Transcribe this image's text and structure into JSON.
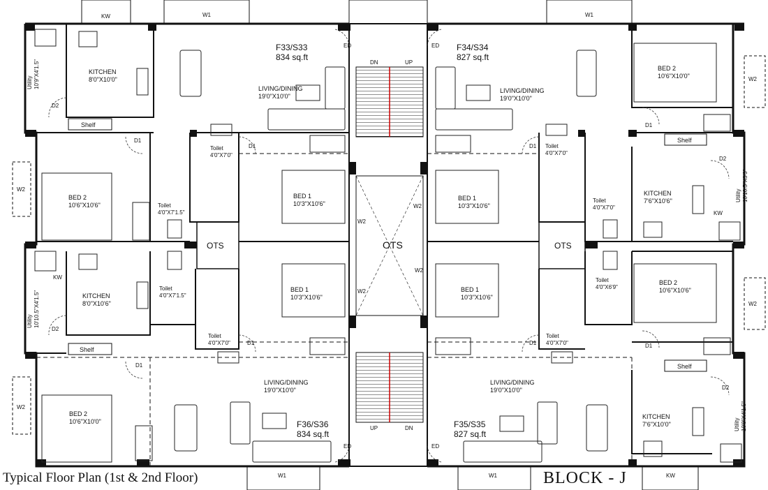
{
  "footer": {
    "title": "Typical Floor Plan (1st & 2nd Floor)",
    "block": "BLOCK - J"
  },
  "flats": {
    "f33": {
      "name": "F33/S33",
      "area": "834 sq.ft"
    },
    "f34": {
      "name": "F34/S34",
      "area": "827 sq.ft"
    },
    "f35": {
      "name": "F35/S35",
      "area": "827 sq.ft"
    },
    "f36": {
      "name": "F36/S36",
      "area": "834 sq.ft"
    }
  },
  "rooms": {
    "living": "LIVING/DINING",
    "living_dim": "19'0\"X10'0\"",
    "kitchen": "KITCHEN",
    "kitchen_tl": "8'0\"X10'0\"",
    "kitchen_ml": "8'0\"X10'6\"",
    "kitchen_mr": "7'6\"X10'6\"",
    "kitchen_br": "7'6\"X10'0\"",
    "bed1": "BED 1",
    "bed1_dim": "10'3\"X10'6\"",
    "bed2": "BED 2",
    "bed2_dim_a": "10'6\"X10'0\"",
    "bed2_dim_b": "10'6\"X10'6\"",
    "toilet": "Toilet",
    "toilet_a": "4'0\"X7'0\"",
    "toilet_b": "4'0\"X7'1.5\"",
    "toilet_c": "4'0\"X6'9\"",
    "utility": "Utility",
    "utility_a": "10'9\"X4'1.5\"",
    "utility_b": "10'10.5\"X4'1.5\"",
    "utility_c": "10'10.5\"X3'3\"",
    "shelf": "Shelf",
    "ots": "OTS"
  },
  "tags": {
    "w1": "W1",
    "w2": "W2",
    "kw": "KW",
    "d1": "D1",
    "d2": "D2",
    "ed": "ED",
    "dn": "DN",
    "up": "UP"
  }
}
